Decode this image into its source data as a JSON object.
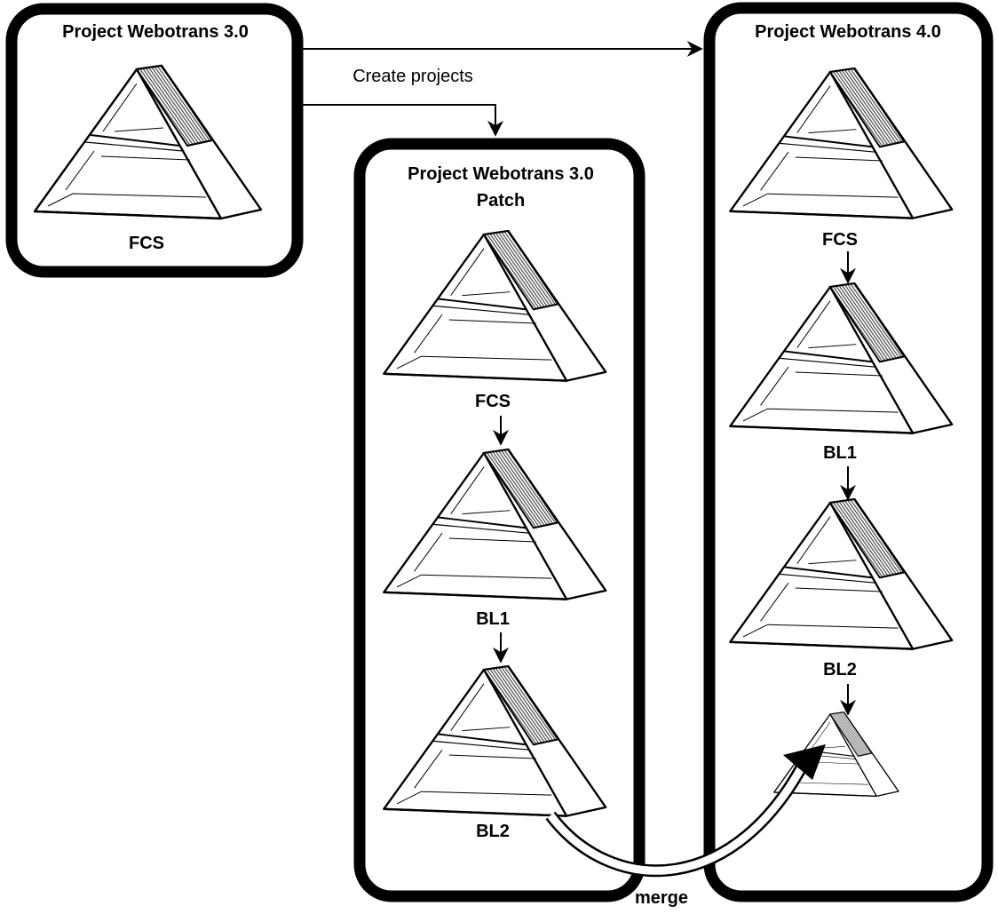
{
  "projects": [
    {
      "id": "p30",
      "title": "Project Webotrans 3.0",
      "subtitle": "",
      "baselines": [
        "FCS"
      ]
    },
    {
      "id": "patch",
      "title": "Project Webotrans 3.0",
      "subtitle": "Patch",
      "baselines": [
        "FCS",
        "BL1",
        "BL2"
      ]
    },
    {
      "id": "p40",
      "title": "Project Webotrans 4.0",
      "subtitle": "",
      "baselines": [
        "FCS",
        "BL1",
        "BL2"
      ]
    }
  ],
  "connector_labels": {
    "create": "Create projects",
    "merge": "merge"
  },
  "colors": {
    "stroke": "#000000",
    "background": "#ffffff",
    "hatch": "#4a4a4a"
  }
}
